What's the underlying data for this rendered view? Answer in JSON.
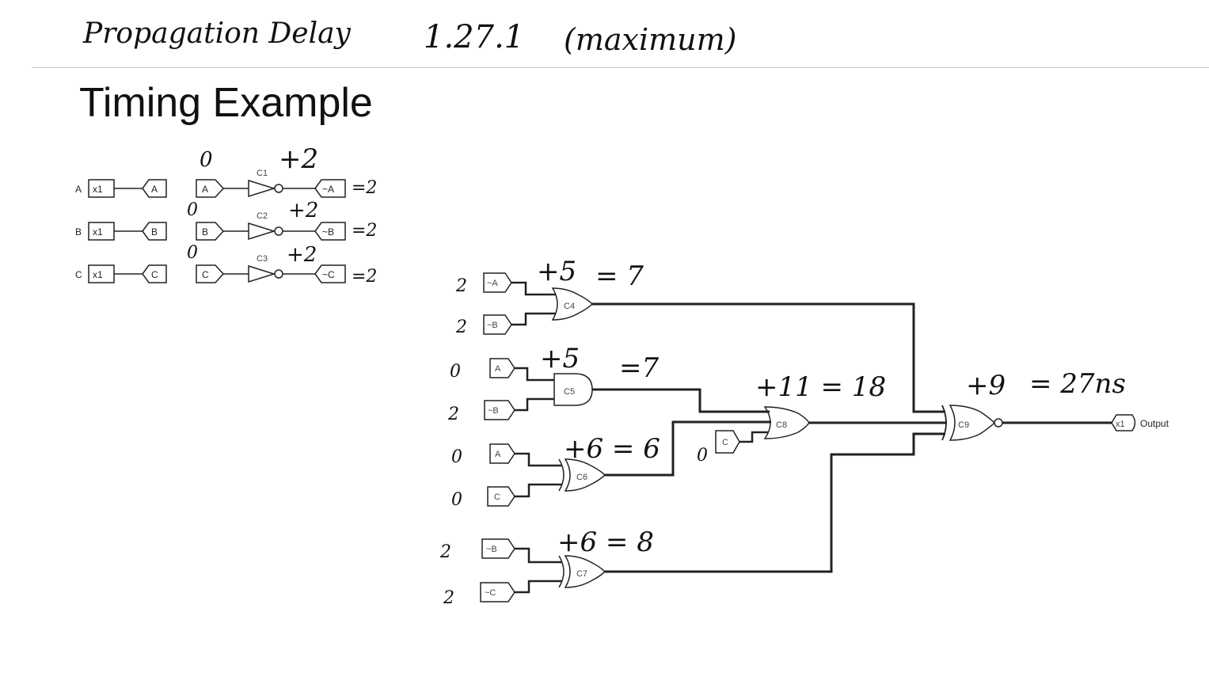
{
  "notes": {
    "topic": "Propagation Delay",
    "ref": "1.27.1",
    "qualifier": "(maximum)"
  },
  "slide": {
    "title": "Timing Example"
  },
  "inputs": [
    {
      "label": "A",
      "pin": "x1",
      "tag": "A"
    },
    {
      "label": "B",
      "pin": "x1",
      "tag": "B"
    },
    {
      "label": "C",
      "pin": "x1",
      "tag": "C"
    }
  ],
  "inverters": [
    {
      "name": "C1",
      "in": "A",
      "out": "~A",
      "in_delay": "0",
      "add": "+2",
      "total": "=2"
    },
    {
      "name": "C2",
      "in": "B",
      "out": "~B",
      "in_delay": "0",
      "add": "+2",
      "total": "=2"
    },
    {
      "name": "C3",
      "in": "C",
      "out": "~C",
      "in_delay": "0",
      "add": "+2",
      "total": "=2"
    }
  ],
  "gates": [
    {
      "name": "C4",
      "inputs": [
        "~A",
        "~B"
      ],
      "in_delays": [
        "2",
        "2"
      ],
      "add": "+5",
      "total": "= 7"
    },
    {
      "name": "C5",
      "inputs": [
        "A",
        "~B"
      ],
      "in_delays": [
        "0",
        "2"
      ],
      "add": "+5",
      "total": "=7"
    },
    {
      "name": "C6",
      "inputs": [
        "A",
        "C"
      ],
      "in_delays": [
        "0",
        "0"
      ],
      "note": "+6 = 6"
    },
    {
      "name": "C7",
      "inputs": [
        "~B",
        "~C"
      ],
      "in_delays": [
        "2",
        "2"
      ],
      "note": "+6 = 8"
    },
    {
      "name": "C8",
      "inputs": [
        "C"
      ],
      "in_delays": [
        "0"
      ],
      "note": "+11 = 18"
    },
    {
      "name": "C9",
      "add": "+9",
      "total": "= 27ns"
    }
  ],
  "output": {
    "pin": "x1",
    "label": "Output"
  }
}
